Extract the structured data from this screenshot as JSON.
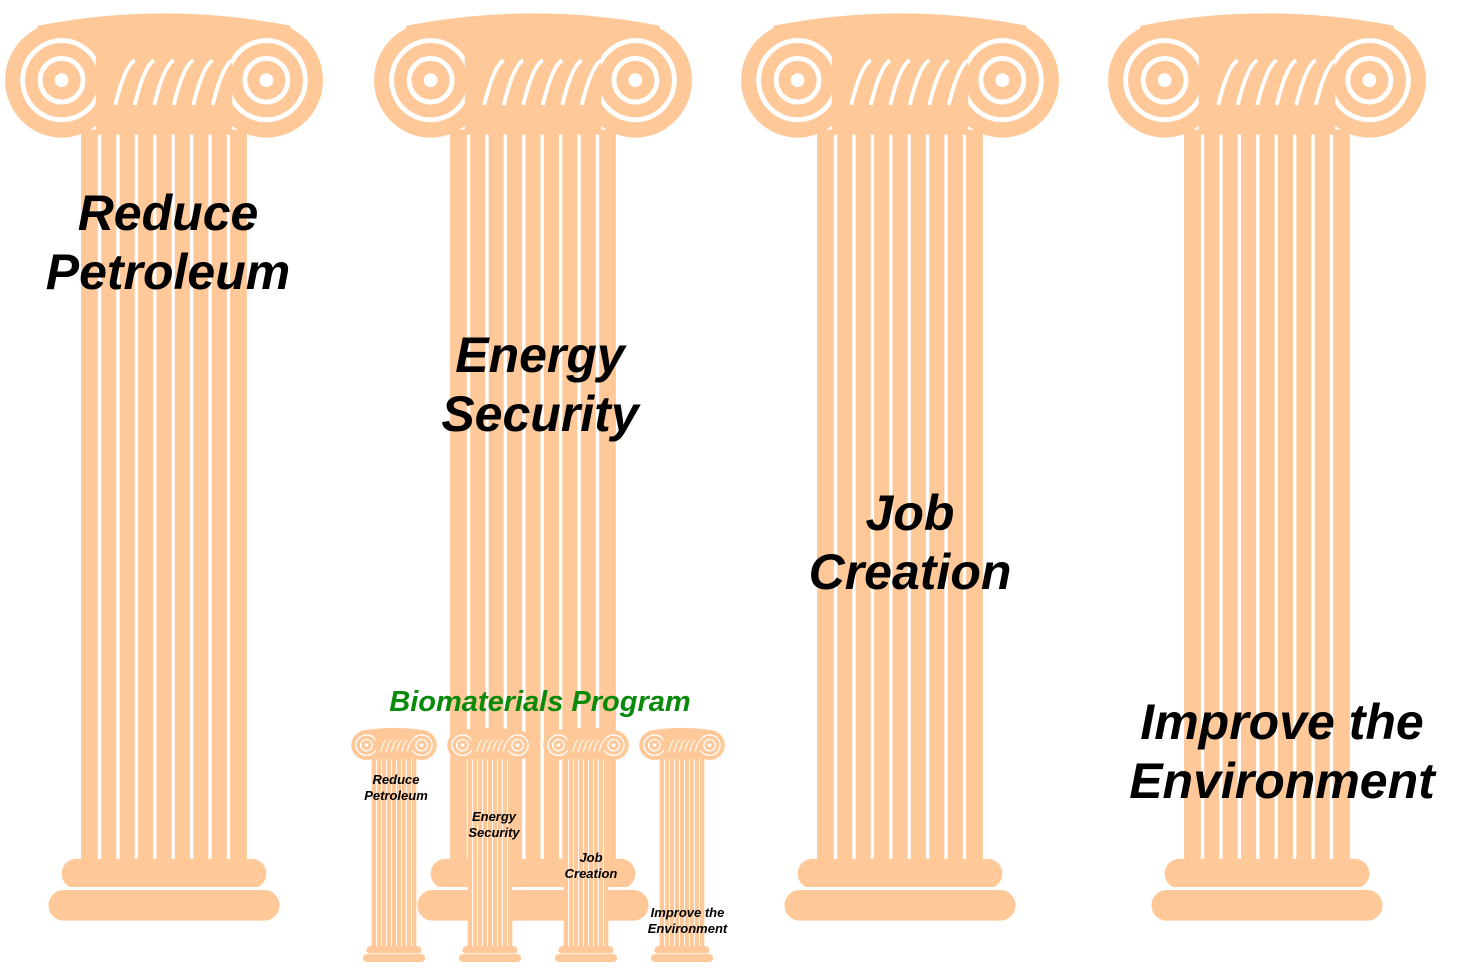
{
  "colors": {
    "pillar": "#FFC898",
    "line": "#ffffff",
    "subtitle": "#0a8a0a"
  },
  "pillars": [
    {
      "line1": "Reduce",
      "line2": "Petroleum"
    },
    {
      "line1": "Energy",
      "line2": "Security"
    },
    {
      "line1": "Job",
      "line2": "Creation"
    },
    {
      "line1": "Improve the",
      "line2": "Environment"
    }
  ],
  "program": {
    "title": "Biomaterials Program",
    "pillars": [
      {
        "line1": "Reduce",
        "line2": "Petroleum"
      },
      {
        "line1": "Energy",
        "line2": "Security"
      },
      {
        "line1": "Job",
        "line2": "Creation"
      },
      {
        "line1": "Improve the",
        "line2": "Environment"
      }
    ]
  }
}
